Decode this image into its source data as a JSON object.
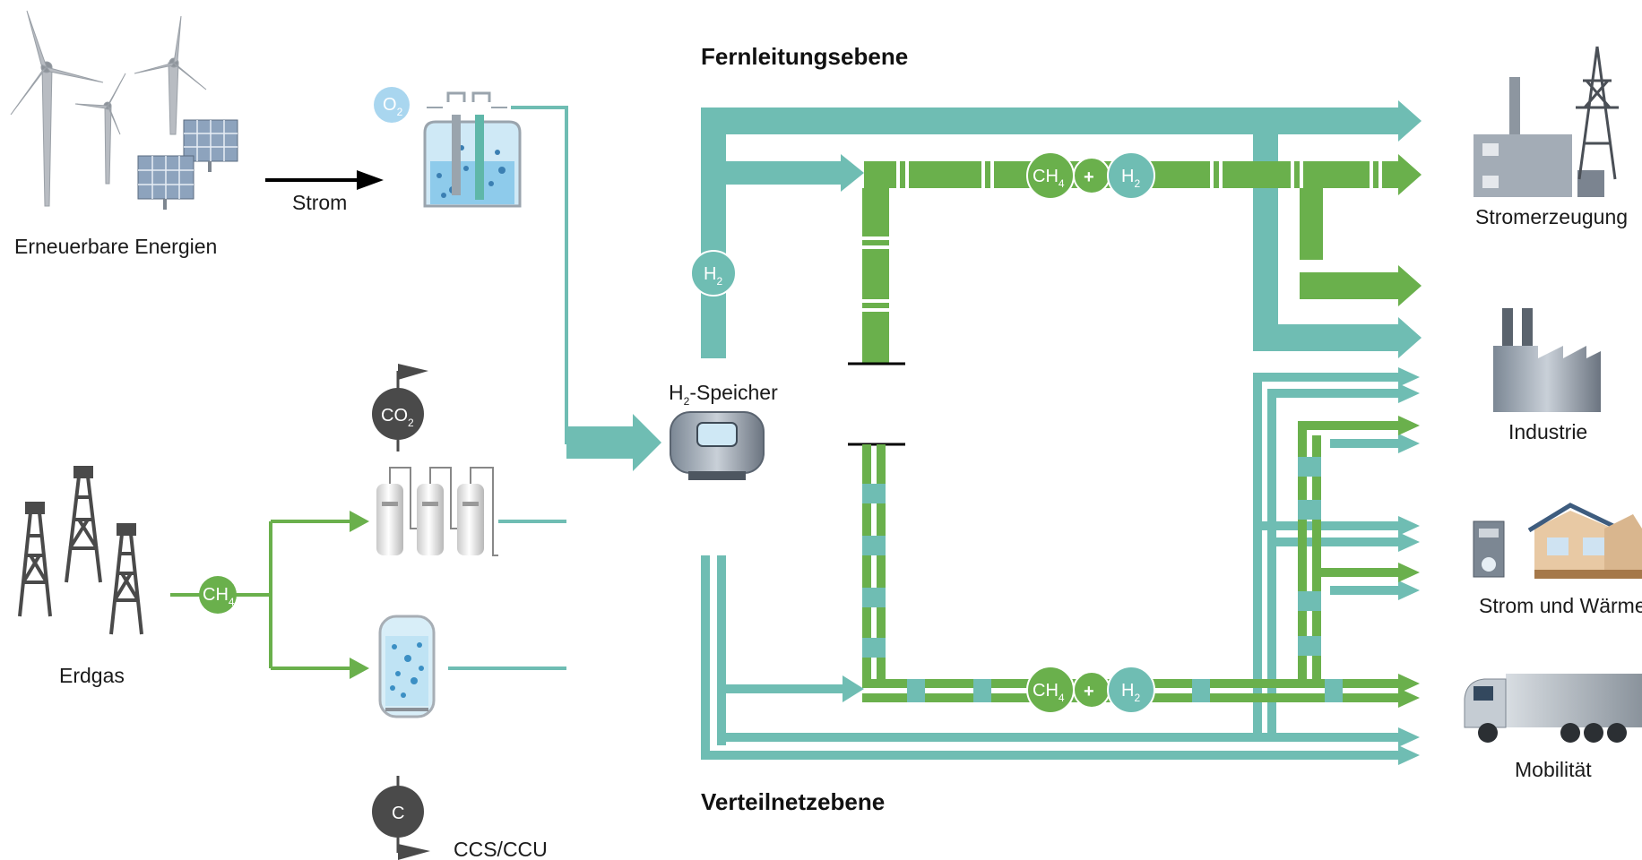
{
  "labels": {
    "renewables": "Erneuerbare Energien",
    "power_arrow": "Strom",
    "natural_gas": "Erdgas",
    "storage": "H",
    "storage_suffix": "-Speicher",
    "storage_sub": "2",
    "ccs": "CCS/CCU",
    "transmission_level": "Fernleitungsebene",
    "distribution_level": "Verteilnetzebene",
    "power_generation": "Stromerzeugung",
    "industry": "Industrie",
    "power_and_heat": "Strom und Wärme",
    "mobility": "Mobilität"
  },
  "symbols": {
    "oxygen": "O",
    "oxygen_sub": "2",
    "co2": "CO",
    "co2_sub": "2",
    "carbon": "C",
    "methane": "CH",
    "methane_sub": "4",
    "hydrogen": "H",
    "hydrogen_sub": "2",
    "plus": "+"
  },
  "colors": {
    "hydrogen_pipe": "#6fbdb3",
    "methane_pipe": "#6ab04c",
    "dark_node": "#4a4a4a",
    "oxygen": "#a9d6ef"
  }
}
